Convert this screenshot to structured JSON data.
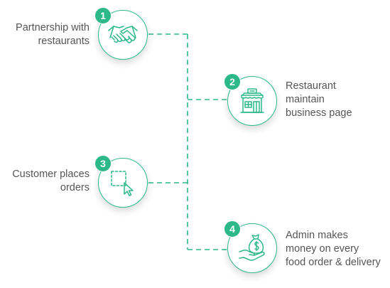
{
  "accent_color": "#2db88a",
  "text_color": "#555555",
  "steps": [
    {
      "number": "1",
      "icon": "handshake-icon",
      "label_lines": [
        "Partnership with",
        "restaurants"
      ]
    },
    {
      "number": "2",
      "icon": "restaurant-storefront-icon",
      "label_lines": [
        "Restaurant",
        "maintain",
        "business page"
      ]
    },
    {
      "number": "3",
      "icon": "click-cursor-icon",
      "label_lines": [
        "Customer places",
        "orders"
      ]
    },
    {
      "number": "4",
      "icon": "money-in-hand-icon",
      "label_lines": [
        "Admin makes",
        "money on every",
        "food order & delivery"
      ]
    }
  ]
}
